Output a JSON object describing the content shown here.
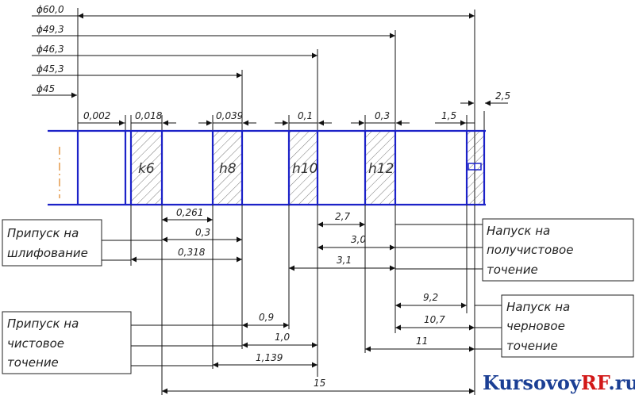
{
  "diameters": [
    "ϕ60,0",
    "ϕ49,3",
    "ϕ46,3",
    "ϕ45,3",
    "ϕ45"
  ],
  "tolerances": [
    "0,002",
    "0,018",
    "0,039",
    "0,1",
    "0,3",
    "1,5",
    "2,5"
  ],
  "zones": [
    "k6",
    "h8",
    "h10",
    "h12"
  ],
  "dims_left": [
    "0,261",
    "0,3",
    "0,318",
    "0,9",
    "1,0",
    "1,139"
  ],
  "dims_right": [
    "2,7",
    "3,0",
    "3,1",
    "9,2",
    "10,7",
    "11"
  ],
  "dim_bottom": "15",
  "notes": {
    "grinding": [
      "Припуск на",
      "шлифование"
    ],
    "finishing": [
      "Припуск на",
      "чистовое",
      "точение"
    ],
    "semifinishing": [
      "Напуск на",
      "получистовое",
      "точение"
    ],
    "roughing": [
      "Напуск на",
      "черновое",
      "точение"
    ]
  },
  "watermark": {
    "text_a": "Kursovoy",
    "text_b": "RF",
    "text_c": ".ru",
    "color_a": "#1b3f94",
    "color_b": "#d21818"
  },
  "colors": {
    "blue": "#1c22c8",
    "centerline": "#e08a30"
  }
}
